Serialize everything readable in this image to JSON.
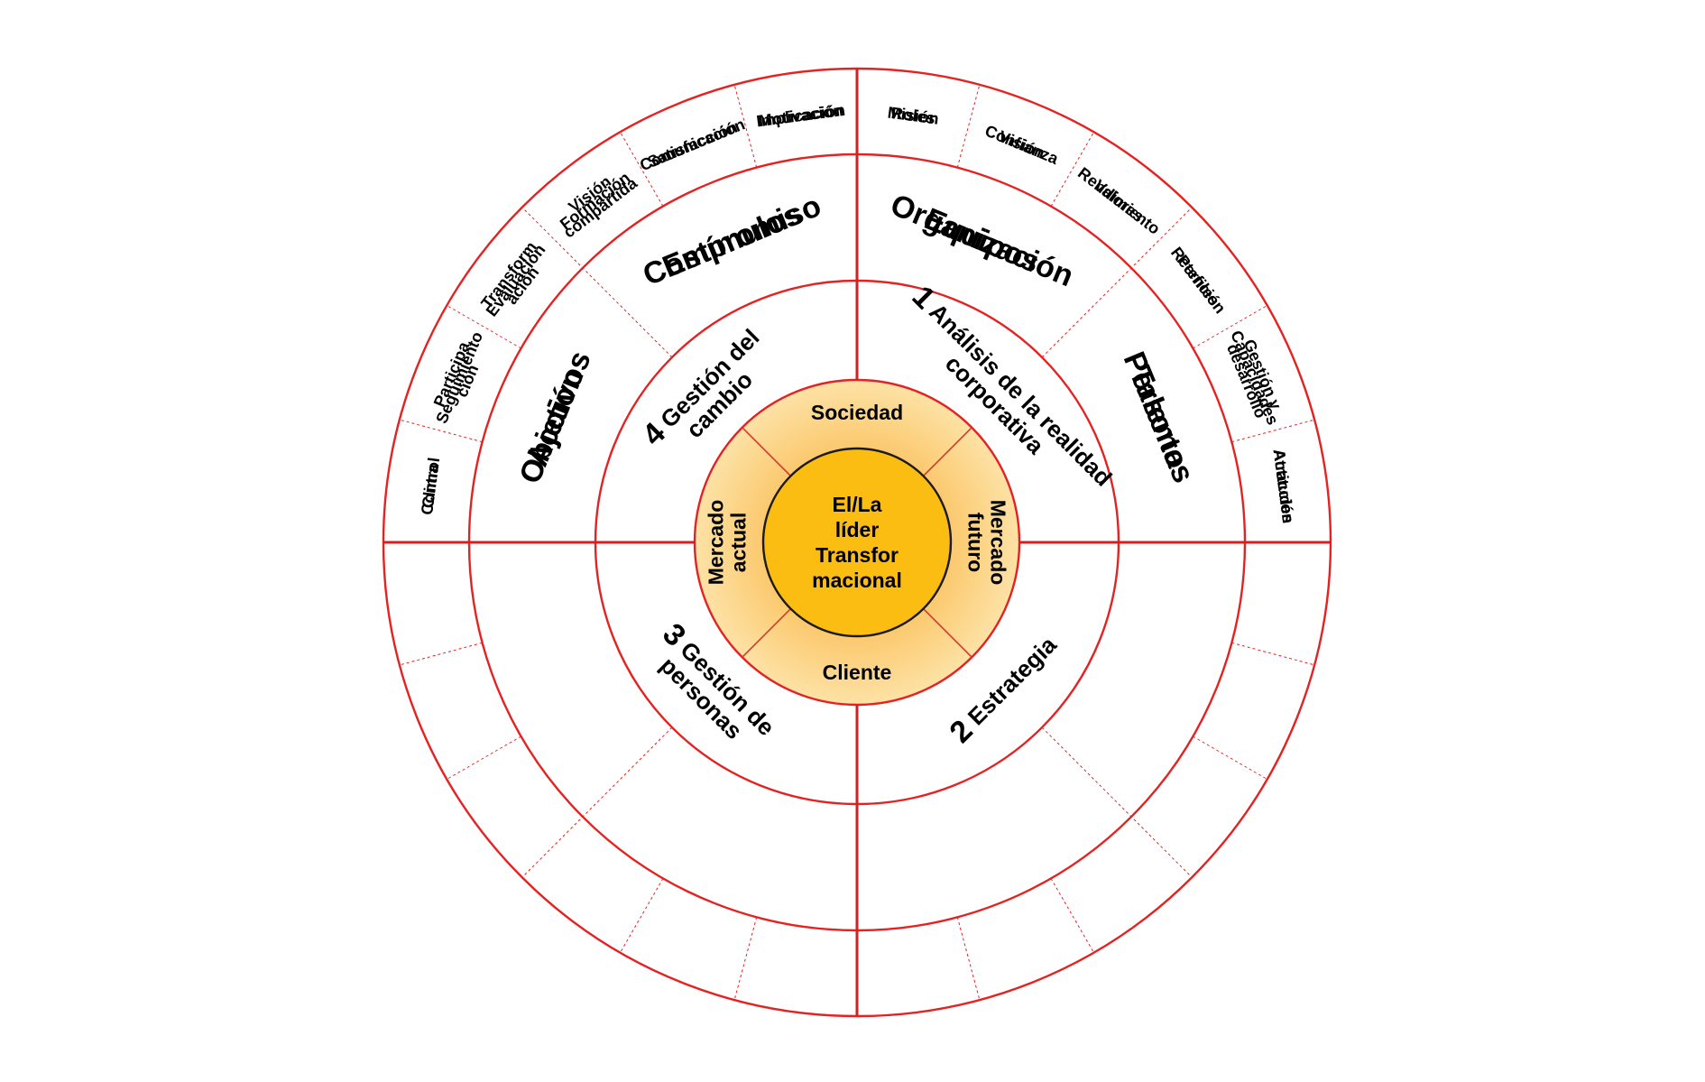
{
  "center": {
    "lines": [
      "El/La",
      "líder",
      "Transfor",
      "macional"
    ]
  },
  "core": [
    "Sociedad",
    "Mercado futuro",
    "Cliente",
    "Mercado actual"
  ],
  "quadrants": [
    {
      "number": "1",
      "title_lines": [
        "Análisis de la realidad",
        "corporativa"
      ],
      "groups": [
        {
          "name": "Organización",
          "items": [
            "Misión",
            "Visión",
            "Valores"
          ]
        },
        {
          "name": "Personas",
          "items": [
            "Perfiles",
            "Capacidades",
            "Actitudes"
          ]
        }
      ]
    },
    {
      "number": "2",
      "title_lines": [
        "Estrategia"
      ],
      "groups": [
        {
          "name": "Objetivos",
          "items": [
            "Clima",
            "Participación",
            "Transformación"
          ]
        },
        {
          "name": "Estímulos",
          "items": [
            "Formación",
            "Comunicación",
            "Motivación"
          ]
        }
      ]
    },
    {
      "number": "3",
      "title_lines": [
        "Gestión de",
        "personas"
      ],
      "groups": [
        {
          "name": "Equipos",
          "items": [
            "Roles",
            "Confianza",
            "Rendimiento"
          ]
        },
        {
          "name": "Talento",
          "items": [
            "Retención",
            "Gestión y desarrollo",
            "Atracción"
          ]
        }
      ]
    },
    {
      "number": "4",
      "title_lines": [
        "Gestión del",
        "cambio"
      ],
      "groups": [
        {
          "name": "Acción",
          "items": [
            "Control",
            "Seguimiento",
            "Evaluación"
          ]
        },
        {
          "name": "Compromiso",
          "items": [
            "Visión compartida",
            "Satisfacción",
            "Implicación"
          ]
        }
      ]
    }
  ],
  "colors": {
    "ring": "#e52222",
    "core_fill": "#fde2a6",
    "center_fill": "#fbbd12"
  }
}
